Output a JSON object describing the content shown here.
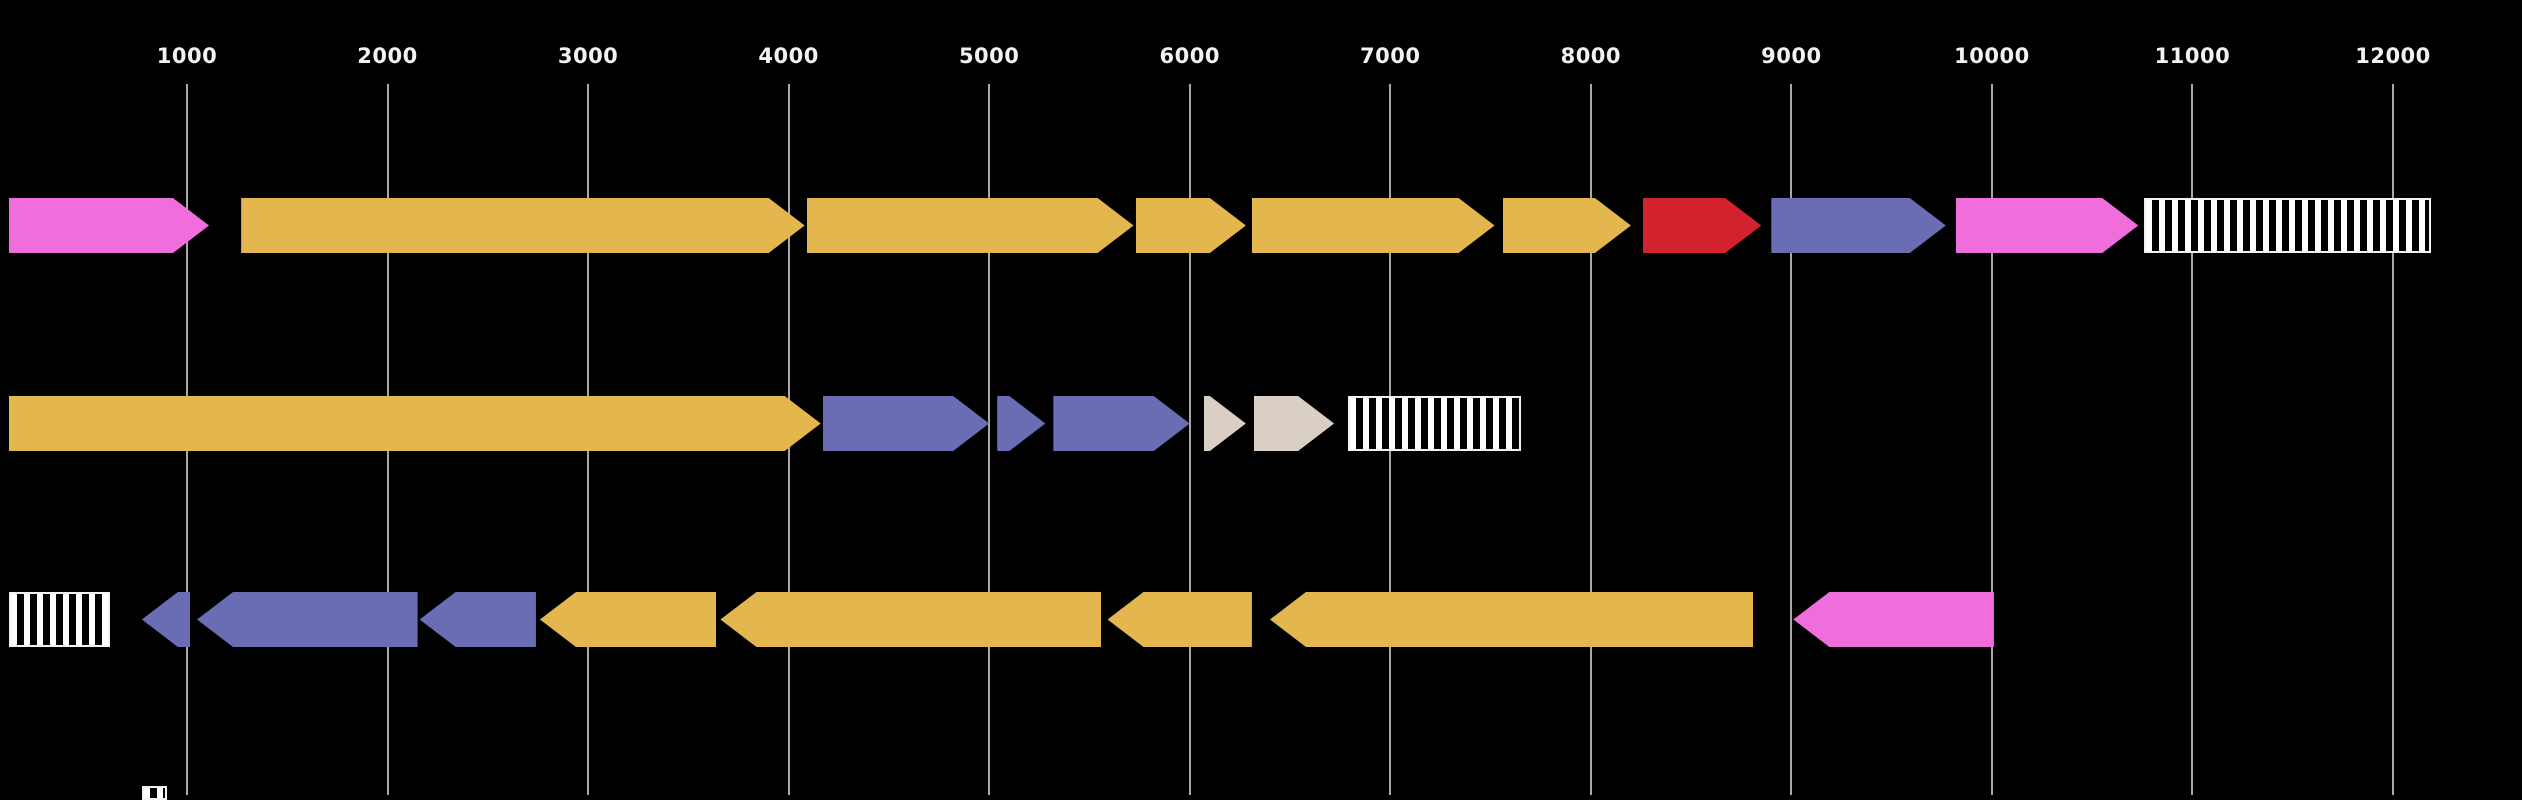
{
  "figure": {
    "type": "gene-cluster-map",
    "background": "#000000",
    "num_tracks": 3
  },
  "palette": {
    "gold": "#E3B74E",
    "pink": "#F06EDC",
    "red": "#D3212D",
    "slate": "#6A6DB4",
    "beige": "#D9CFC5",
    "stripe_fg": "#FFFFFF",
    "stripe_bg": "#000000",
    "gridline": "#A8A8A8",
    "tick_label": "#F2F2F2"
  },
  "axis": {
    "ticks": [
      1000,
      2000,
      3000,
      4000,
      5000,
      6000,
      7000,
      8000,
      9000,
      10000,
      11000,
      12000
    ]
  },
  "tracks": [
    {
      "name": "track-1",
      "genes": [
        {
          "start": 110,
          "end": 1110,
          "strand": "+",
          "fill": "pink"
        },
        {
          "start": 1270,
          "end": 4080,
          "strand": "+",
          "fill": "gold"
        },
        {
          "start": 4090,
          "end": 5720,
          "strand": "+",
          "fill": "gold"
        },
        {
          "start": 5730,
          "end": 6280,
          "strand": "+",
          "fill": "gold"
        },
        {
          "start": 6310,
          "end": 7520,
          "strand": "+",
          "fill": "gold"
        },
        {
          "start": 7560,
          "end": 8200,
          "strand": "+",
          "fill": "gold"
        },
        {
          "start": 8260,
          "end": 8850,
          "strand": "+",
          "fill": "red"
        },
        {
          "start": 8900,
          "end": 9770,
          "strand": "+",
          "fill": "slate"
        },
        {
          "start": 9820,
          "end": 10730,
          "strand": "+",
          "fill": "pink"
        },
        {
          "start": 10760,
          "end": 12190,
          "strand": "none",
          "fill": "striped"
        }
      ]
    },
    {
      "name": "track-2",
      "genes": [
        {
          "start": 110,
          "end": 4160,
          "strand": "+",
          "fill": "gold"
        },
        {
          "start": 4170,
          "end": 5000,
          "strand": "+",
          "fill": "slate"
        },
        {
          "start": 5040,
          "end": 5280,
          "strand": "+",
          "fill": "slate"
        },
        {
          "start": 5320,
          "end": 6000,
          "strand": "+",
          "fill": "slate"
        },
        {
          "start": 6070,
          "end": 6280,
          "strand": "+",
          "fill": "beige"
        },
        {
          "start": 6320,
          "end": 6720,
          "strand": "+",
          "fill": "beige"
        },
        {
          "start": 6790,
          "end": 7650,
          "strand": "none",
          "fill": "striped"
        }
      ]
    },
    {
      "name": "track-3",
      "genes": [
        {
          "start": 110,
          "end": 615,
          "strand": "none",
          "fill": "striped"
        },
        {
          "start": 775,
          "end": 1015,
          "strand": "-",
          "fill": "slate"
        },
        {
          "start": 1050,
          "end": 2150,
          "strand": "-",
          "fill": "slate"
        },
        {
          "start": 2160,
          "end": 2740,
          "strand": "-",
          "fill": "slate"
        },
        {
          "start": 2760,
          "end": 3640,
          "strand": "-",
          "fill": "gold"
        },
        {
          "start": 3660,
          "end": 5560,
          "strand": "-",
          "fill": "gold"
        },
        {
          "start": 5590,
          "end": 6310,
          "strand": "-",
          "fill": "gold"
        },
        {
          "start": 6400,
          "end": 8810,
          "strand": "-",
          "fill": "gold"
        },
        {
          "start": 9010,
          "end": 10010,
          "strand": "-",
          "fill": "pink"
        }
      ]
    }
  ],
  "partial_feature": {
    "track": "track-4-partial",
    "start": 775,
    "end": 900,
    "fill": "striped"
  }
}
